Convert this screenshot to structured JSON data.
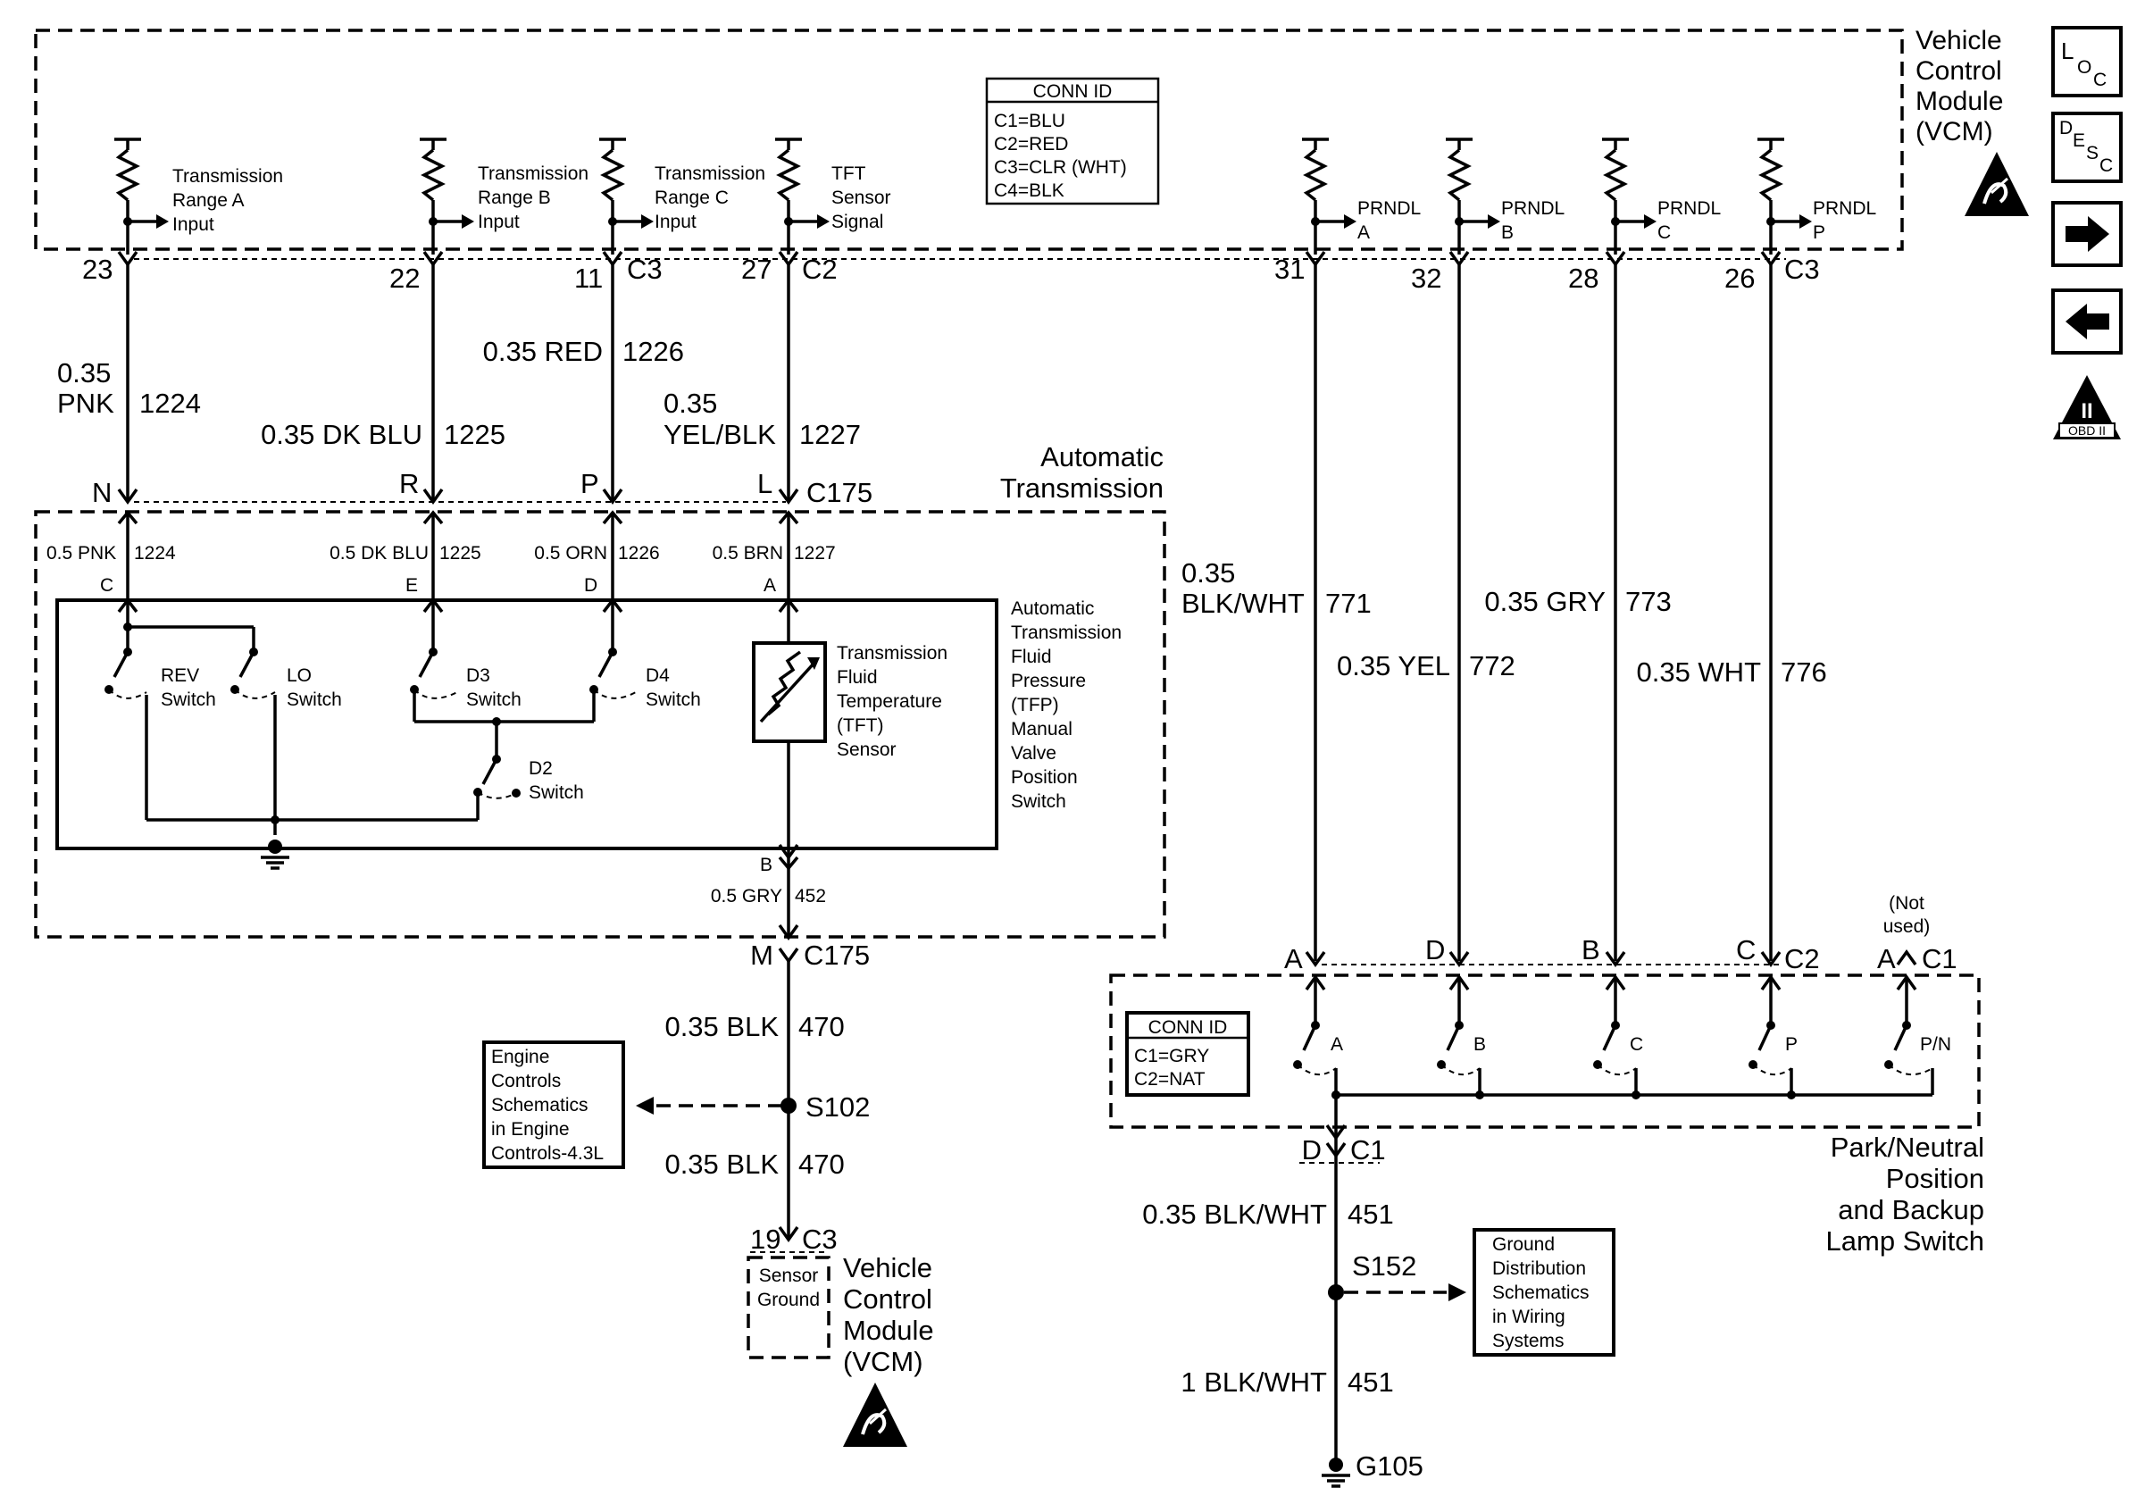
{
  "modules": {
    "vcm_top": [
      "Vehicle",
      "Control",
      "Module",
      "(VCM)"
    ],
    "vcm_bottom": [
      "Vehicle",
      "Control",
      "Module",
      "(VCM)"
    ],
    "auto_trans": [
      "Automatic",
      "Transmission"
    ],
    "tfp_switch": [
      "Automatic",
      "Transmission",
      "Fluid",
      "Pressure",
      "(TFP)",
      "Manual",
      "Valve",
      "Position",
      "Switch"
    ],
    "pn_switch": [
      "Park/Neutral",
      "Position",
      "and Backup",
      "Lamp Switch"
    ]
  },
  "conn_id_vcm": {
    "title": "CONN ID",
    "lines": [
      "C1=BLU",
      "C2=RED",
      "C3=CLR (WHT)",
      "C4=BLK"
    ]
  },
  "conn_id_pn": {
    "title": "CONN ID",
    "lines": [
      "C1=GRY",
      "C2=NAT"
    ]
  },
  "vcm_inputs": [
    {
      "label": [
        "Transmission",
        "Range A",
        "Input"
      ],
      "pin": "23"
    },
    {
      "label": [
        "Transmission",
        "Range B",
        "Input"
      ],
      "pin": "22"
    },
    {
      "label": [
        "Transmission",
        "Range C",
        "Input"
      ],
      "pin": "11",
      "connector": "C3"
    },
    {
      "label": [
        "TFT",
        "Sensor",
        "Signal"
      ],
      "pin": "27",
      "connector": "C2"
    }
  ],
  "prndl_inputs": [
    {
      "label": [
        "PRNDL",
        "A"
      ],
      "pin": "31"
    },
    {
      "label": [
        "PRNDL",
        "B"
      ],
      "pin": "32"
    },
    {
      "label": [
        "PRNDL",
        "C"
      ],
      "pin": "28"
    },
    {
      "label": [
        "PRNDL",
        "P"
      ],
      "pin": "26",
      "connector": "C3"
    }
  ],
  "wires_vcm_trans": [
    {
      "gauge": "0.35",
      "color": "PNK",
      "circuit": "1224"
    },
    {
      "gauge_color": "0.35 DK BLU",
      "circuit": "1225"
    },
    {
      "gauge_color": "0.35 RED",
      "circuit": "1226"
    },
    {
      "gauge": "0.35",
      "color": "YEL/BLK",
      "circuit": "1227"
    }
  ],
  "c175_pins": [
    "N",
    "R",
    "P",
    "L"
  ],
  "c175_label": "C175",
  "internal_wires": [
    {
      "label": "0.5 PNK",
      "circuit": "1224",
      "pin": "C"
    },
    {
      "label": "0.5 DK BLU",
      "circuit": "1225",
      "pin": "E"
    },
    {
      "label": "0.5 ORN",
      "circuit": "1226",
      "pin": "D"
    },
    {
      "label": "0.5 BRN",
      "circuit": "1227",
      "pin": "A"
    }
  ],
  "switches": {
    "rev": [
      "REV",
      "Switch"
    ],
    "lo": [
      "LO",
      "Switch"
    ],
    "d3": [
      "D3",
      "Switch"
    ],
    "d4": [
      "D4",
      "Switch"
    ],
    "d2": [
      "D2",
      "Switch"
    ],
    "tft": [
      "Transmission",
      "Fluid",
      "Temperature",
      "(TFT)",
      "Sensor"
    ]
  },
  "ground_path": {
    "pin_b": "B",
    "wire_452": "0.5 GRY",
    "circuit_452": "452",
    "pin_m": "M",
    "c175": "C175",
    "wire_470a": "0.35 BLK",
    "circuit_470a": "470",
    "splice": "S102",
    "wire_470b": "0.35 BLK",
    "circuit_470b": "470",
    "pin_19": "19",
    "c3": "C3",
    "sensor_ground": [
      "Sensor",
      "Ground"
    ]
  },
  "engine_ref": [
    "Engine",
    "Controls",
    "Schematics",
    "in Engine",
    "Controls-4.3L"
  ],
  "prndl_wires": [
    {
      "gauge": "0.35",
      "color": "BLK/WHT",
      "circuit": "771"
    },
    {
      "gauge_color": "0.35 YEL",
      "circuit": "772"
    },
    {
      "gauge_color": "0.35 GRY",
      "circuit": "773"
    },
    {
      "gauge_color": "0.35 WHT",
      "circuit": "776"
    }
  ],
  "pn_pins": [
    "A",
    "D",
    "B",
    "C"
  ],
  "pn_c2": "C2",
  "pn_c1": "C1",
  "pn_not_used": [
    "(Not",
    "used)"
  ],
  "pn_c1_pin": "A",
  "pn_contacts": [
    "A",
    "B",
    "C",
    "P",
    "P/N"
  ],
  "pn_ground": {
    "pin_d": "D",
    "c1": "C1",
    "wire_a": "0.35 BLK/WHT",
    "circuit_a": "451",
    "splice": "S152",
    "wire_b": "1 BLK/WHT",
    "circuit_b": "451",
    "ground": "G105"
  },
  "ground_ref": [
    "Ground",
    "Distribution",
    "Schematics",
    "in Wiring",
    "Systems"
  ],
  "sidebar": {
    "loc": {
      "l": "L",
      "o": "O",
      "c": "C"
    },
    "desc": {
      "d": "D",
      "e": "E",
      "s": "S",
      "c": "C"
    },
    "obd": {
      "roman": "II",
      "label": "OBD II"
    }
  }
}
